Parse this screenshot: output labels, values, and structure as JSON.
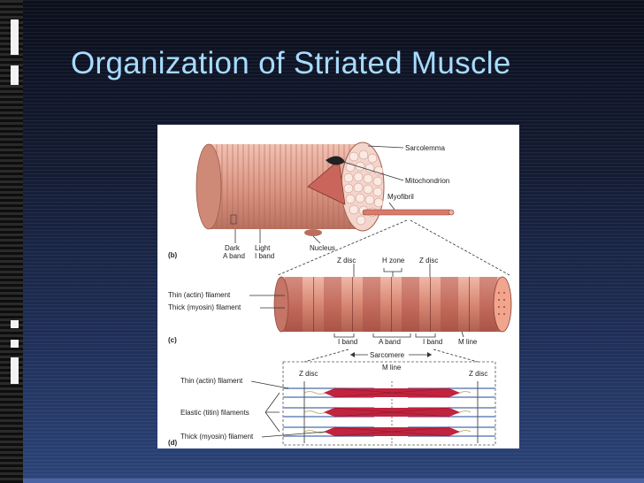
{
  "slide": {
    "title": "Organization of Striated Muscle",
    "colors": {
      "title": "#a7dbff",
      "background_top": "#0b0f1c",
      "background_bottom": "#2c4479",
      "muscle": "#e3a08e",
      "thick_filament": "#c0243f",
      "thin_filament": "#8ea4c9"
    }
  },
  "diagram": {
    "panel_b": {
      "panel_label": "(b)",
      "sarcolemma": "Sarcolemma",
      "mitochondrion": "Mitochondrion",
      "myofibril": "Myofibril",
      "dark_a_band_1": "Dark",
      "dark_a_band_2": "A band",
      "light_i_band_1": "Light",
      "light_i_band_2": "I band",
      "nucleus": "Nucleus"
    },
    "panel_c": {
      "panel_label": "(c)",
      "z_disc_left": "Z disc",
      "h_zone": "H zone",
      "z_disc_right": "Z disc",
      "thin_filament": "Thin (actin) filament",
      "thick_filament": "Thick (myosin) filament",
      "i_band_left": "I band",
      "a_band": "A band",
      "i_band_right": "I band",
      "m_line": "M line",
      "sarcomere": "Sarcomere"
    },
    "panel_d": {
      "panel_label": "(d)",
      "z_disc_left": "Z disc",
      "m_line": "M line",
      "z_disc_right": "Z disc",
      "thin_filament": "Thin (actin) filament",
      "elastic_filaments": "Elastic (titin) filaments",
      "thick_filament": "Thick (myosin) filament"
    }
  }
}
